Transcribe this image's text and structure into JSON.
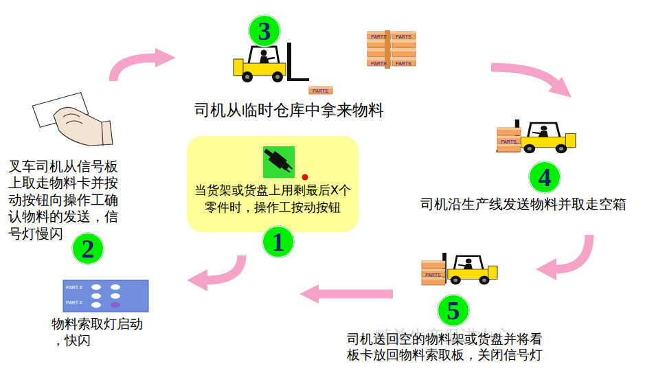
{
  "diagram": {
    "nodes": [
      {
        "text": [
          "3"
        ]
      },
      {
        "text": [
          "4"
        ]
      },
      {
        "text": [
          "当货架或货盘上用剩最后X个零件时，操作工按动按钮"
        ]
      },
      {
        "text": [
          "2"
        ]
      },
      {
        "text": [
          "1"
        ]
      },
      {
        "text": [
          "5"
        ]
      }
    ],
    "labels": [
      "司机从临时仓库中拿来物料",
      "PARTS",
      "PARTS",
      "PARTS",
      "PARTS",
      "PARTS",
      "叉车司机从信号板上取走物料卡并按动按钮向操作工确认物料的发送，信号灯慢闪",
      "司机沿生产线发送物料并取走空箱",
      "物料索取灯启动，快闪",
      "司机送回空的物料架或货盘并将看板卡放回物料索取板，关闭信号灯",
      "精益生产促进中心",
      "PARTS",
      "PARTS",
      "PART #",
      "PART #"
    ]
  }
}
